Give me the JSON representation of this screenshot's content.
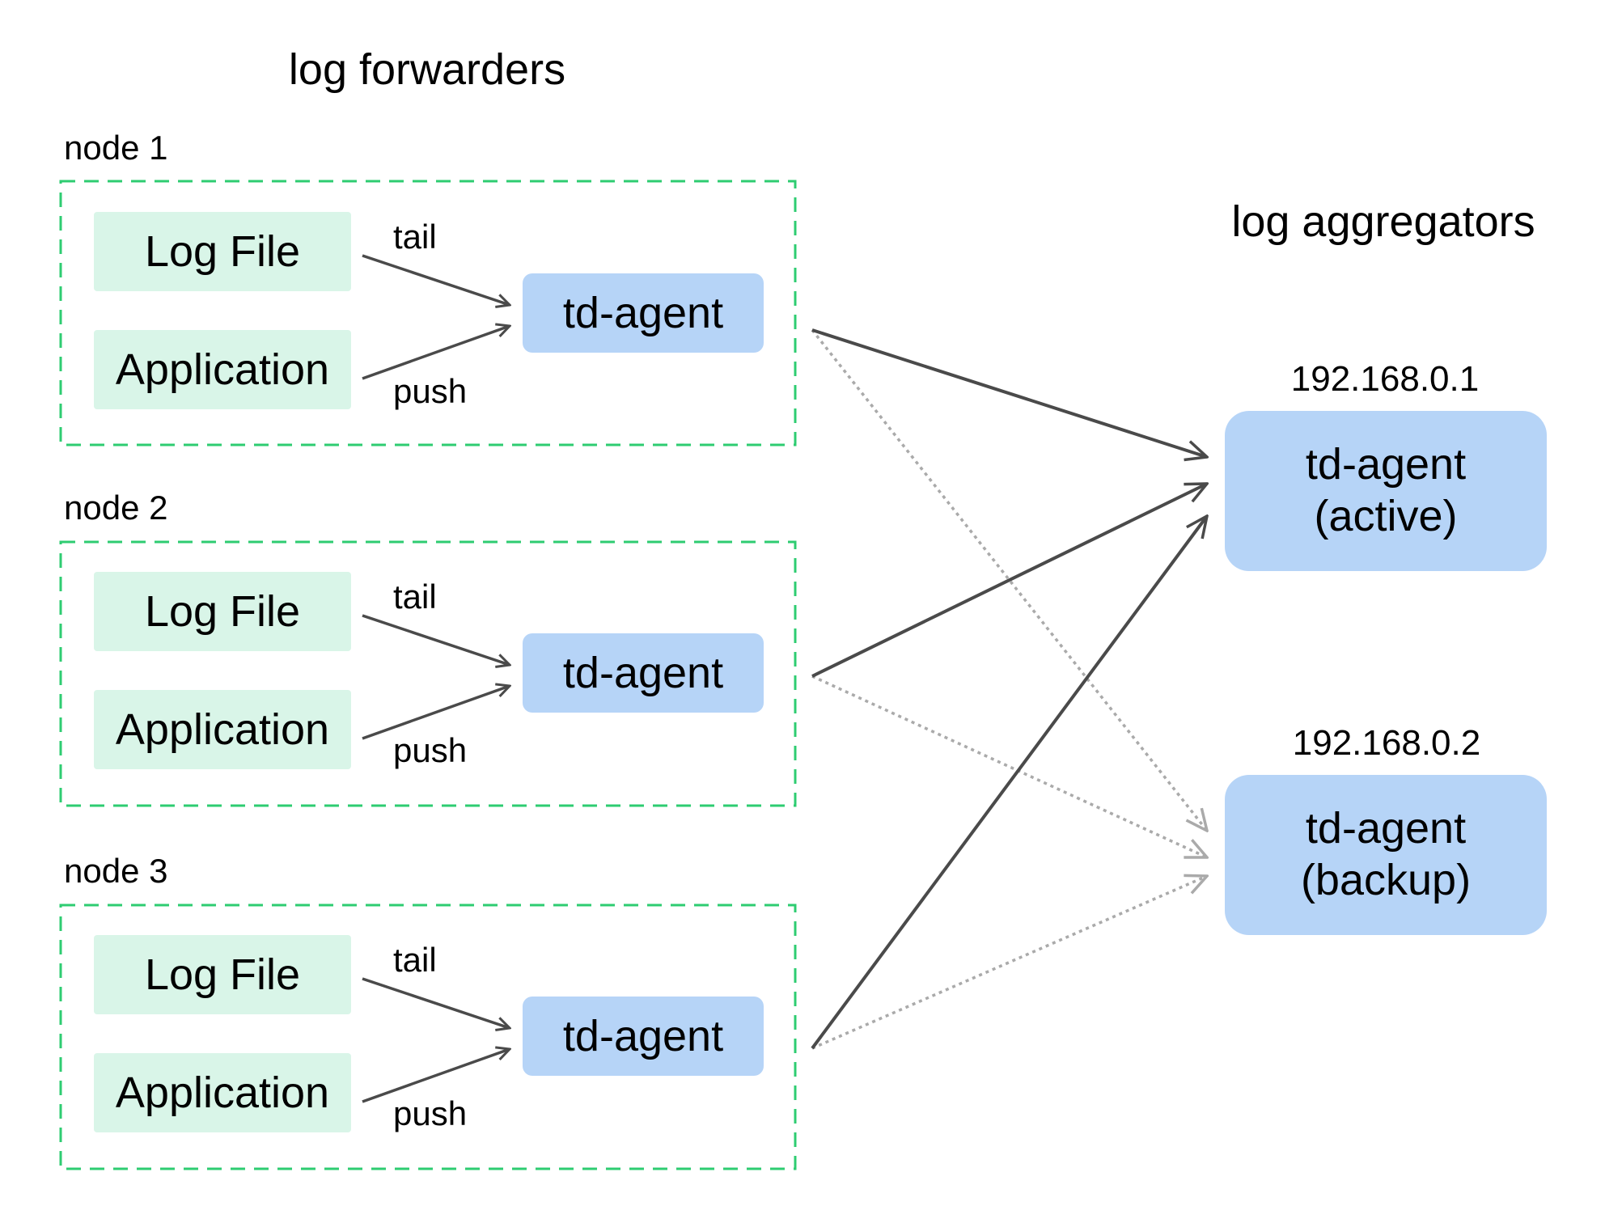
{
  "headings": {
    "forwarders": "log forwarders",
    "aggregators": "log aggregators"
  },
  "nodes": [
    {
      "label": "node 1",
      "logfile": "Log File",
      "application": "Application",
      "agent": "td-agent",
      "tail": "tail",
      "push": "push"
    },
    {
      "label": "node 2",
      "logfile": "Log File",
      "application": "Application",
      "agent": "td-agent",
      "tail": "tail",
      "push": "push"
    },
    {
      "label": "node 3",
      "logfile": "Log File",
      "application": "Application",
      "agent": "td-agent",
      "tail": "tail",
      "push": "push"
    }
  ],
  "aggregators": [
    {
      "ip": "192.168.0.1",
      "line1": "td-agent",
      "line2": "(active)"
    },
    {
      "ip": "192.168.0.2",
      "line1": "td-agent",
      "line2": "(backup)"
    }
  ],
  "colors": {
    "node_border": "#2ecc71",
    "source_fill": "#d9f5e8",
    "agent_fill": "#b6d4f7",
    "active_edge": "#4a4a4a",
    "backup_edge": "#aaaaaa"
  }
}
